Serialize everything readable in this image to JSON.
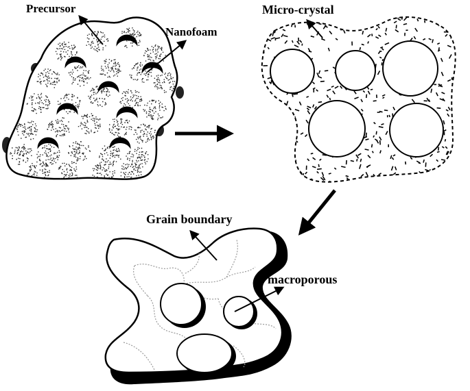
{
  "labels": {
    "precursor": "Precursor",
    "nanofoam": "Nanofoam",
    "micro_crystal": "Micro-crystal",
    "grain_boundary": "Grain boundary",
    "macroporous": "macroporous"
  },
  "colors": {
    "ink": "#000000",
    "background": "#ffffff",
    "boundary": "#999999"
  }
}
